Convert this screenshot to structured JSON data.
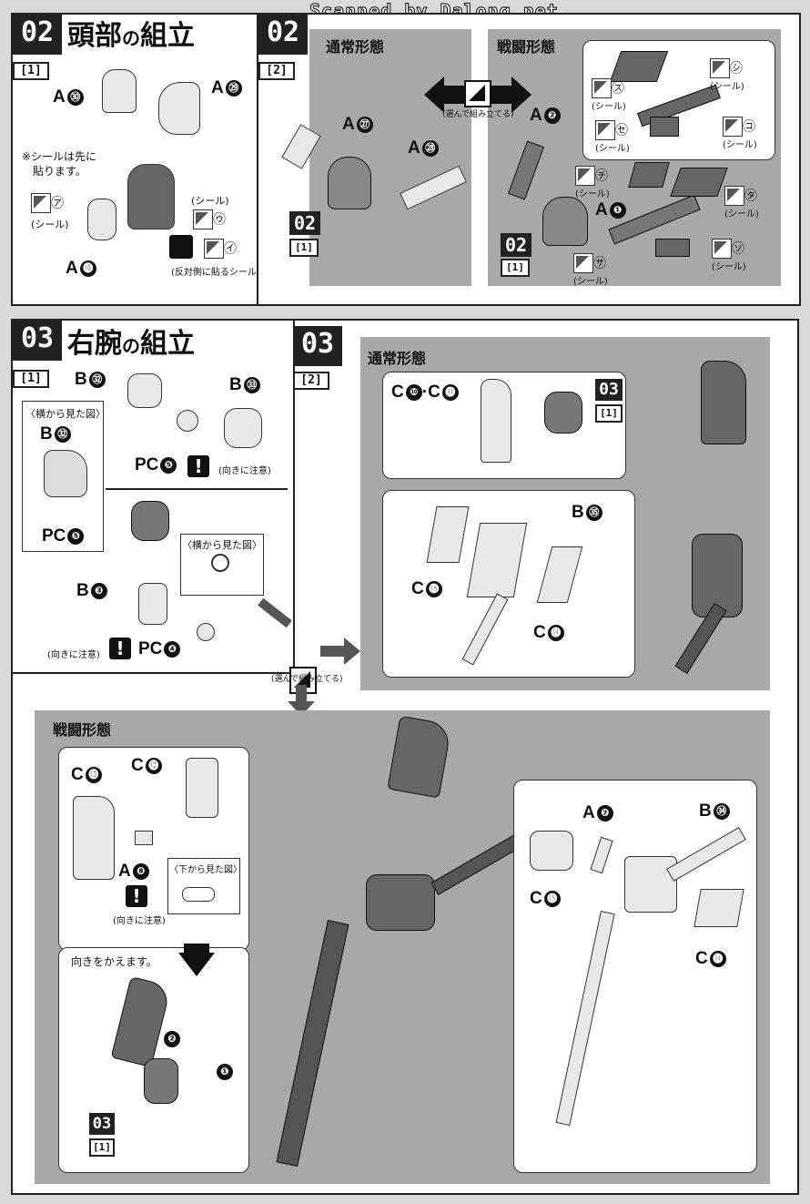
{
  "watermark": "Scanned by Dalong.net",
  "step02": {
    "number": "02",
    "title": "頭部",
    "title_particle": "の",
    "title_tail": "組立",
    "sub1": "[1]",
    "sub2": "[2]",
    "parts": {
      "a30": "A",
      "a30n": "㉚",
      "a29": "A",
      "a29n": "㉙",
      "a16": "A",
      "a16n": "⓰",
      "a27": "A",
      "a27n": "㉗",
      "a28": "A",
      "a28n": "㉘",
      "a2": "A",
      "a2n": "❷",
      "a1": "A",
      "a1n": "❶"
    },
    "note_seal_first_1": "※シールは先に",
    "note_seal_first_2": "貼ります。",
    "seal_a": "㋐",
    "seal_u": "㋒",
    "seal_i": "㋑",
    "seal_label": "(シール)",
    "opposite_note": "(反対側に貼るシール)",
    "normal_mode": "通常形態",
    "battle_mode": "戦闘形態",
    "choose_note": "(選んで組み立てる)",
    "ref_step": "02",
    "ref_sub": "[1]",
    "seals_battle": [
      "㋛",
      "㋜",
      "㋝",
      "㋙",
      "㋠",
      "㋟",
      "㋚",
      "㋞"
    ]
  },
  "step03": {
    "number": "03",
    "title": "右腕",
    "title_particle": "の",
    "title_tail": "組立",
    "sub1": "[1]",
    "sub2": "[2]",
    "side_view": "〈横から見た図〉",
    "bottom_view": "〈下から見た図〉",
    "attention": "(向きに注意)",
    "turn_note": "向きをかえます。",
    "normal_mode": "通常形態",
    "battle_mode": "戦闘形態",
    "choose_note": "(選んで組み立てる)",
    "ref_step": "03",
    "ref_sub": "[1]",
    "parts": {
      "b32": "B",
      "b32n": "㉜",
      "b33": "B",
      "b33n": "㉝",
      "pc5": "PC",
      "pc5n": "❺",
      "b3": "B",
      "b3n": "❸",
      "pc4": "PC",
      "pc4n": "❹",
      "c10": "C",
      "c10n": "❿",
      "c11": "C",
      "c11n": "⓫",
      "c15": "C",
      "c15n": "⓯",
      "c14": "C",
      "c14n": "⓮",
      "b35": "B",
      "b35n": "㉟",
      "c13": "C",
      "c13n": "⓭",
      "c12": "C",
      "c12n": "⓬",
      "a8": "A",
      "a8n": "❽",
      "a7": "A",
      "a7n": "❼",
      "b34": "B",
      "b34n": "㉞"
    },
    "order1": "❶",
    "order2": "❷"
  }
}
